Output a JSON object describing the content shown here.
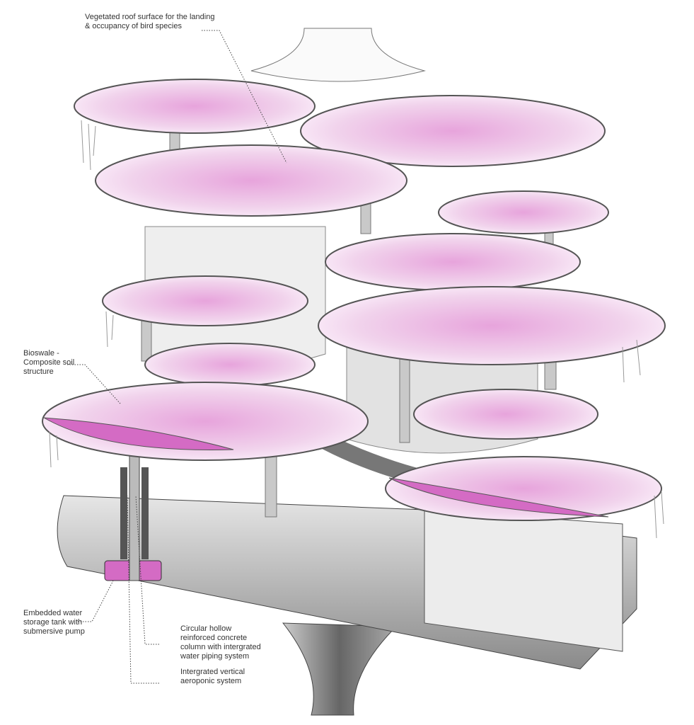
{
  "annotations": {
    "roof": "Vegetated roof surface for the landing\n& occupancy of bird species",
    "bioswale": "Bioswale -\nComposite soil\nstructure",
    "tank": "Embedded water\nstorage tank with\nsubmersive pump",
    "column": "Circular hollow\nreinforced concrete\ncolumn with intergrated\nwater piping system",
    "aeroponic": "Intergrated vertical\naeroponic system"
  },
  "colors": {
    "vegetation": "#d46bc4",
    "vegetation_light": "#f1d3ec",
    "structure": "#9a9a9a",
    "structure_dark": "#4a4a4a"
  }
}
